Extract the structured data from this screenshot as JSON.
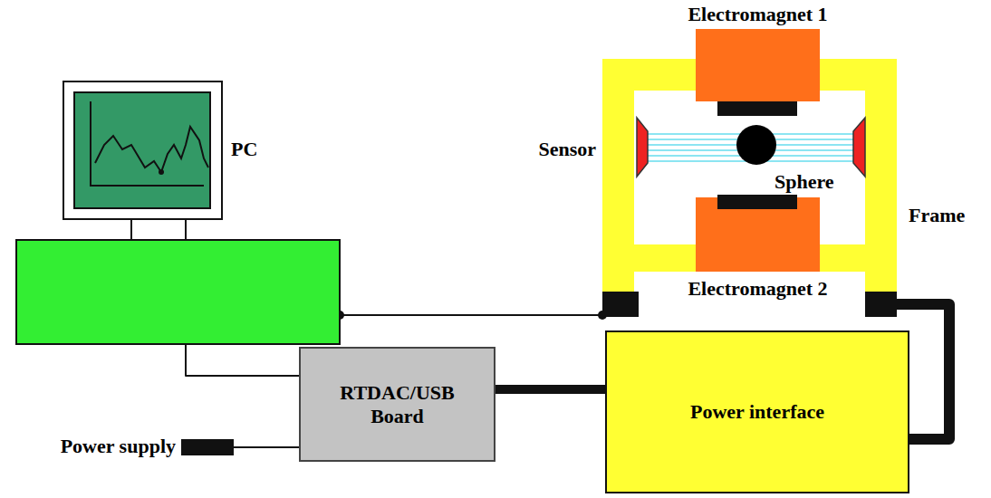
{
  "diagram": {
    "nodes": [
      {
        "text": [
          "PC"
        ]
      },
      {
        "text": [
          "Frame"
        ]
      },
      {
        "text": [
          "Electromagnet 1"
        ],
        "in": 1
      },
      {
        "text": [
          "Sphere"
        ],
        "in": 1
      },
      {
        "text": [
          "Sensor"
        ],
        "in": 1
      },
      {
        "text": [
          "Electromagnet 2"
        ],
        "in": 1
      },
      {
        "text": [
          "Power supply"
        ]
      },
      {
        "text": [
          "RTDAC/USB Board"
        ]
      },
      {
        "text": [
          "Power interface"
        ]
      }
    ],
    "edges": [
      {
        "from": 0,
        "to": 1,
        "arrow": "none"
      },
      {
        "from": 0,
        "to": 7,
        "arrow": "none"
      },
      {
        "from": 6,
        "to": 7,
        "arrow": "none"
      },
      {
        "from": 7,
        "to": 8,
        "arrow": "none"
      },
      {
        "from": 8,
        "to": 1,
        "arrow": "none"
      }
    ]
  }
}
